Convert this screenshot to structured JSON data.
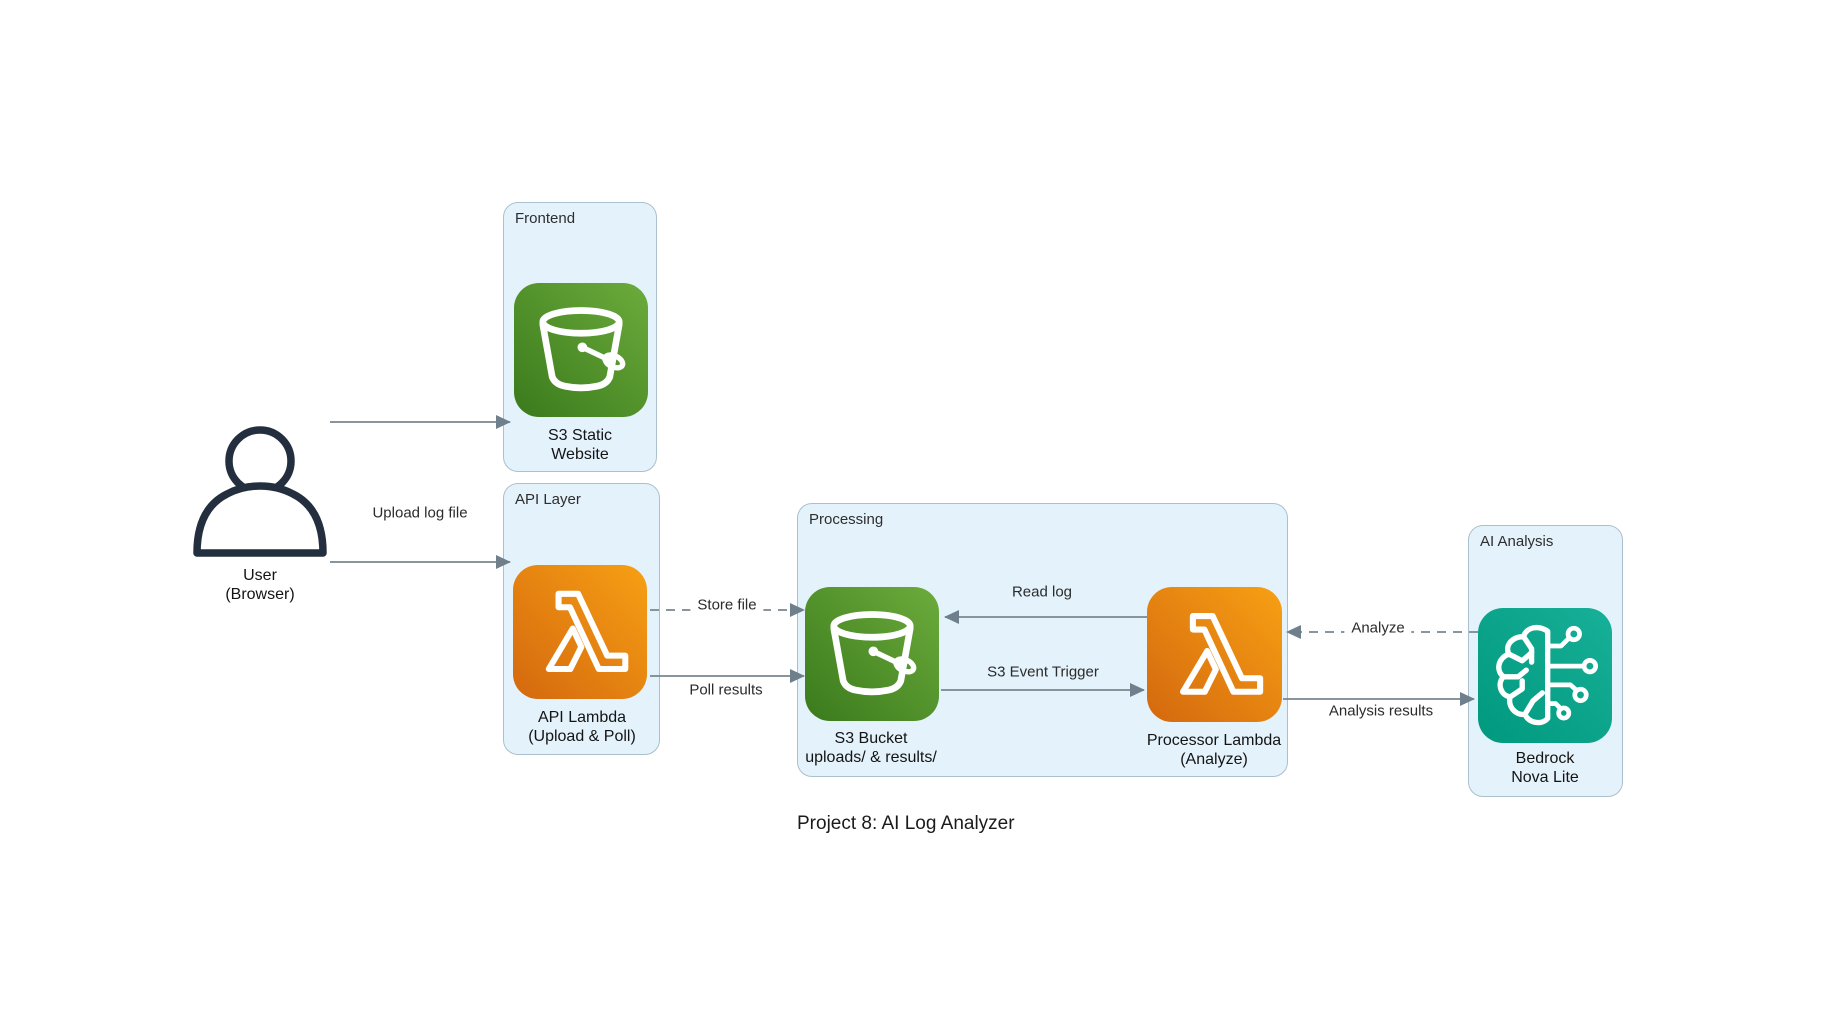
{
  "diagram_title": "Project 8: AI Log Analyzer",
  "actor": {
    "line1": "User",
    "line2": "(Browser)",
    "icon": "person-icon"
  },
  "groups": {
    "frontend": {
      "title": "Frontend"
    },
    "api_layer": {
      "title": "API Layer"
    },
    "processing": {
      "title": "Processing"
    },
    "ai_analysis": {
      "title": "AI Analysis"
    }
  },
  "nodes": {
    "s3_static": {
      "line1": "S3 Static",
      "line2": "Website",
      "icon": "s3-bucket-icon",
      "group": "frontend"
    },
    "api_lambda": {
      "line1": "API Lambda",
      "line2": "(Upload & Poll)",
      "icon": "lambda-icon",
      "group": "api_layer"
    },
    "s3_bucket": {
      "line1": "S3 Bucket",
      "line2": "uploads/ & results/",
      "icon": "s3-bucket-icon",
      "group": "processing"
    },
    "processor_lambda": {
      "line1": "Processor Lambda",
      "line2": "(Analyze)",
      "icon": "lambda-icon",
      "group": "processing"
    },
    "bedrock": {
      "line1": "Bedrock",
      "line2": "Nova Lite",
      "icon": "bedrock-icon",
      "group": "ai_analysis"
    }
  },
  "edges": [
    {
      "id": "user-to-s3-static",
      "from": "user",
      "to": "s3_static",
      "label": "",
      "style": "solid"
    },
    {
      "id": "user-to-api-lambda",
      "from": "user",
      "to": "api_lambda",
      "label": "Upload log file",
      "style": "solid"
    },
    {
      "id": "api-lambda-store-file",
      "from": "api_lambda",
      "to": "s3_bucket",
      "label": "Store file",
      "style": "dashed"
    },
    {
      "id": "api-lambda-poll-results",
      "from": "api_lambda",
      "to": "s3_bucket",
      "label": "Poll results",
      "style": "solid"
    },
    {
      "id": "processor-read-log",
      "from": "processor_lambda",
      "to": "s3_bucket",
      "label": "Read log",
      "style": "solid"
    },
    {
      "id": "s3-event-trigger",
      "from": "s3_bucket",
      "to": "processor_lambda",
      "label": "S3 Event Trigger",
      "style": "solid"
    },
    {
      "id": "bedrock-analyze",
      "from": "bedrock",
      "to": "processor_lambda",
      "label": "Analyze",
      "style": "dashed"
    },
    {
      "id": "processor-analysis-results",
      "from": "processor_lambda",
      "to": "bedrock",
      "label": "Analysis results",
      "style": "solid"
    }
  ],
  "colors": {
    "s3_green_light": "#6cab3b",
    "s3_green_dark": "#3a7a1c",
    "lambda_orange_light": "#f7a014",
    "lambda_orange_dark": "#d4680e",
    "bedrock_teal_light": "#17b098",
    "bedrock_teal_dark": "#00997e",
    "group_fill": "#e4f2fb",
    "group_border": "#aac0cc",
    "arrow_gray": "#78868f",
    "user_ink": "#232f3e"
  }
}
